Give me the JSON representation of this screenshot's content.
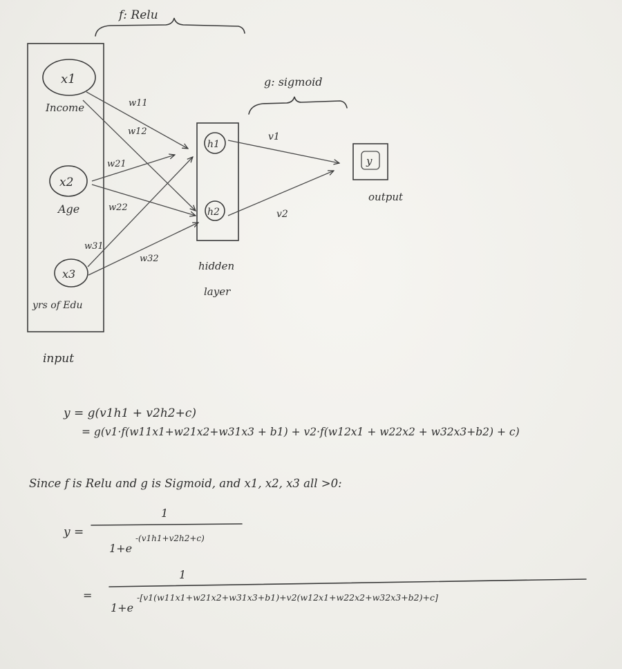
{
  "labels": {
    "relu": "f: Relu",
    "sigmoid": "g: sigmoid",
    "input_box": "input",
    "hidden_box": "hidden",
    "hidden_box_2": "layer",
    "output_box": "output"
  },
  "inputs": [
    {
      "symbol": "x1",
      "caption": "Income"
    },
    {
      "symbol": "x2",
      "caption": "Age"
    },
    {
      "symbol": "x3",
      "caption": "yrs of Edu"
    }
  ],
  "hidden": [
    {
      "symbol": "h1"
    },
    {
      "symbol": "h2"
    }
  ],
  "output": {
    "symbol": "y"
  },
  "weights": {
    "w11": "w11",
    "w12": "w12",
    "w21": "w21",
    "w22": "w22",
    "w31": "w31",
    "w32": "w32",
    "v1": "v1",
    "v2": "v2"
  },
  "equations": {
    "line1": "y = g(v1h1 + v2h2+c)",
    "line2": "= g(v1·f(w11x1+w21x2+w31x3 + b1) + v2·f(w12x1 + w22x2 + w32x3+b2) + c)",
    "condition": "Since f is Relu and g is Sigmoid, and x1, x2, x3 all >0:",
    "y_eq": "y =",
    "frac1_num": "1",
    "frac1_den": "1+e",
    "frac1_exp": "-(v1h1+v2h2+c)",
    "eq2": "=",
    "frac2_num": "1",
    "frac2_den": "1+e",
    "frac2_exp": "-[v1(w11x1+w21x2+w31x3+b1)+v2(w12x1+w22x2+w32x3+b2)+c]"
  }
}
